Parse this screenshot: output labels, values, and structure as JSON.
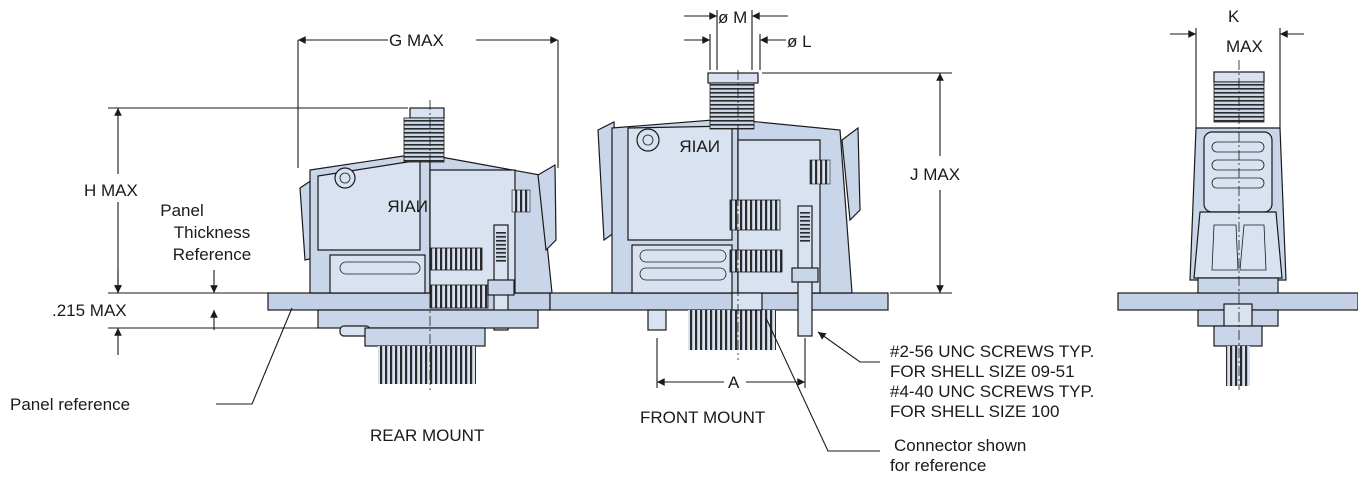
{
  "labels": {
    "g_max": "G MAX",
    "h_max": "H MAX",
    "panel_thickness_line1": "Panel",
    "panel_thickness_line2": "Thickness",
    "panel_thickness_line3": "Reference",
    "dim_215": ".215 MAX",
    "panel_reference": "Panel reference",
    "rear_mount": "REAR MOUNT",
    "phi_m": "ø M",
    "phi_l": "ø L",
    "j_max": "J MAX",
    "a": "A",
    "front_mount": "FRONT MOUNT",
    "screws_line1": "#2-56 UNC SCREWS TYP.",
    "screws_line2": "FOR SHELL SIZE 09-51",
    "screws_line3": "#4-40 UNC SCREWS TYP.",
    "screws_line4": "FOR SHELL SIZE 100",
    "connector_line1": "Connector shown",
    "connector_line2": "for reference",
    "k": "K",
    "max": "MAX",
    "logo_rear": "NAIR",
    "logo_front": "NAIR"
  },
  "colors": {
    "body": "#c9d6ea",
    "body_light": "#d9e2f1",
    "panel": "#c3d0e6",
    "line": "#1a1a1a"
  }
}
